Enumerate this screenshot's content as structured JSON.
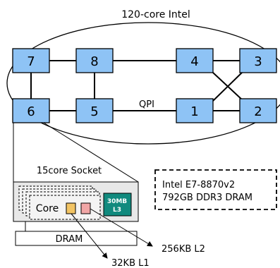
{
  "title": "120-core Intel",
  "interconnect_label": "QPI",
  "sockets": [
    {
      "id": "7",
      "label": "7"
    },
    {
      "id": "8",
      "label": "8"
    },
    {
      "id": "4",
      "label": "4"
    },
    {
      "id": "3",
      "label": "3"
    },
    {
      "id": "6",
      "label": "6"
    },
    {
      "id": "5",
      "label": "5"
    },
    {
      "id": "1",
      "label": "1"
    },
    {
      "id": "2",
      "label": "2"
    }
  ],
  "socket_detail": {
    "title": "15core Socket",
    "core_label": "Core",
    "l3_line1": "30MB",
    "l3_line2": "L3",
    "dram_label": "DRAM",
    "l1_label": "32KB L1",
    "l2_label": "256KB L2"
  },
  "spec_box": {
    "line1": "Intel E7-8870v2",
    "line2": "792GB DDR3 DRAM"
  },
  "colors": {
    "socket_fill": "#8ec3f5",
    "l3_fill": "#118a7e",
    "l1_fill": "#f2c464",
    "l2_fill": "#f1a6a6",
    "socket_panel_fill": "#e8e8e8"
  }
}
